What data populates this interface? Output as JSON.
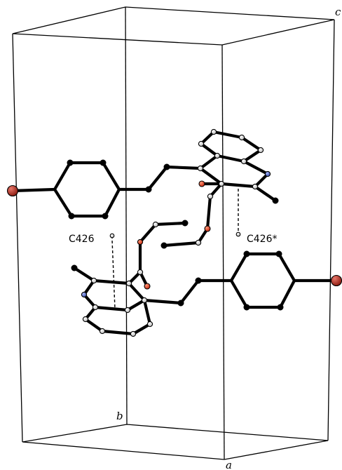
{
  "axes": {
    "a": "a",
    "b": "b",
    "c": "c"
  },
  "labels": {
    "atom1": "C426",
    "atom2": "C426*"
  },
  "colors": {
    "carbon": "#ffffff",
    "oxygen": "#d23c1e",
    "nitrogen": "#4a62b8",
    "halogen": "#b22a1c",
    "bond": "#000000"
  }
}
